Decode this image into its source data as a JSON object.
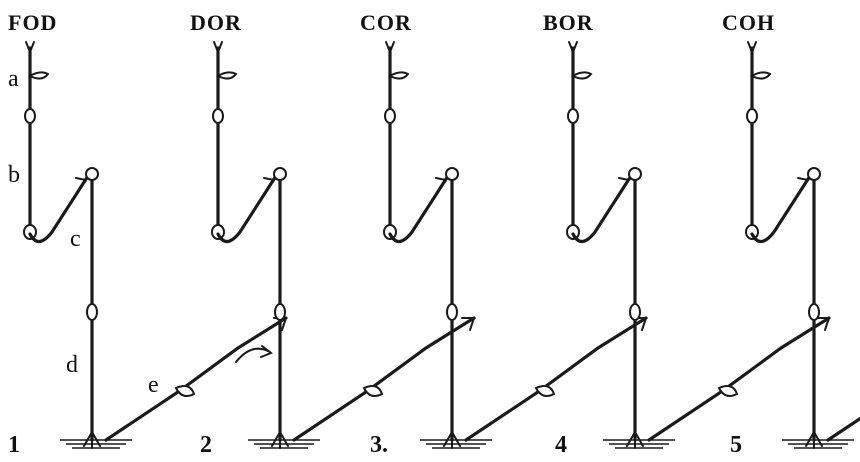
{
  "headers": [
    "FOD",
    "DOR",
    "COR",
    "BOR",
    "COH"
  ],
  "part_labels": [
    "a",
    "b",
    "c",
    "d",
    "e"
  ],
  "stage_numbers": [
    "1",
    "2",
    "3.",
    "4",
    "5"
  ]
}
